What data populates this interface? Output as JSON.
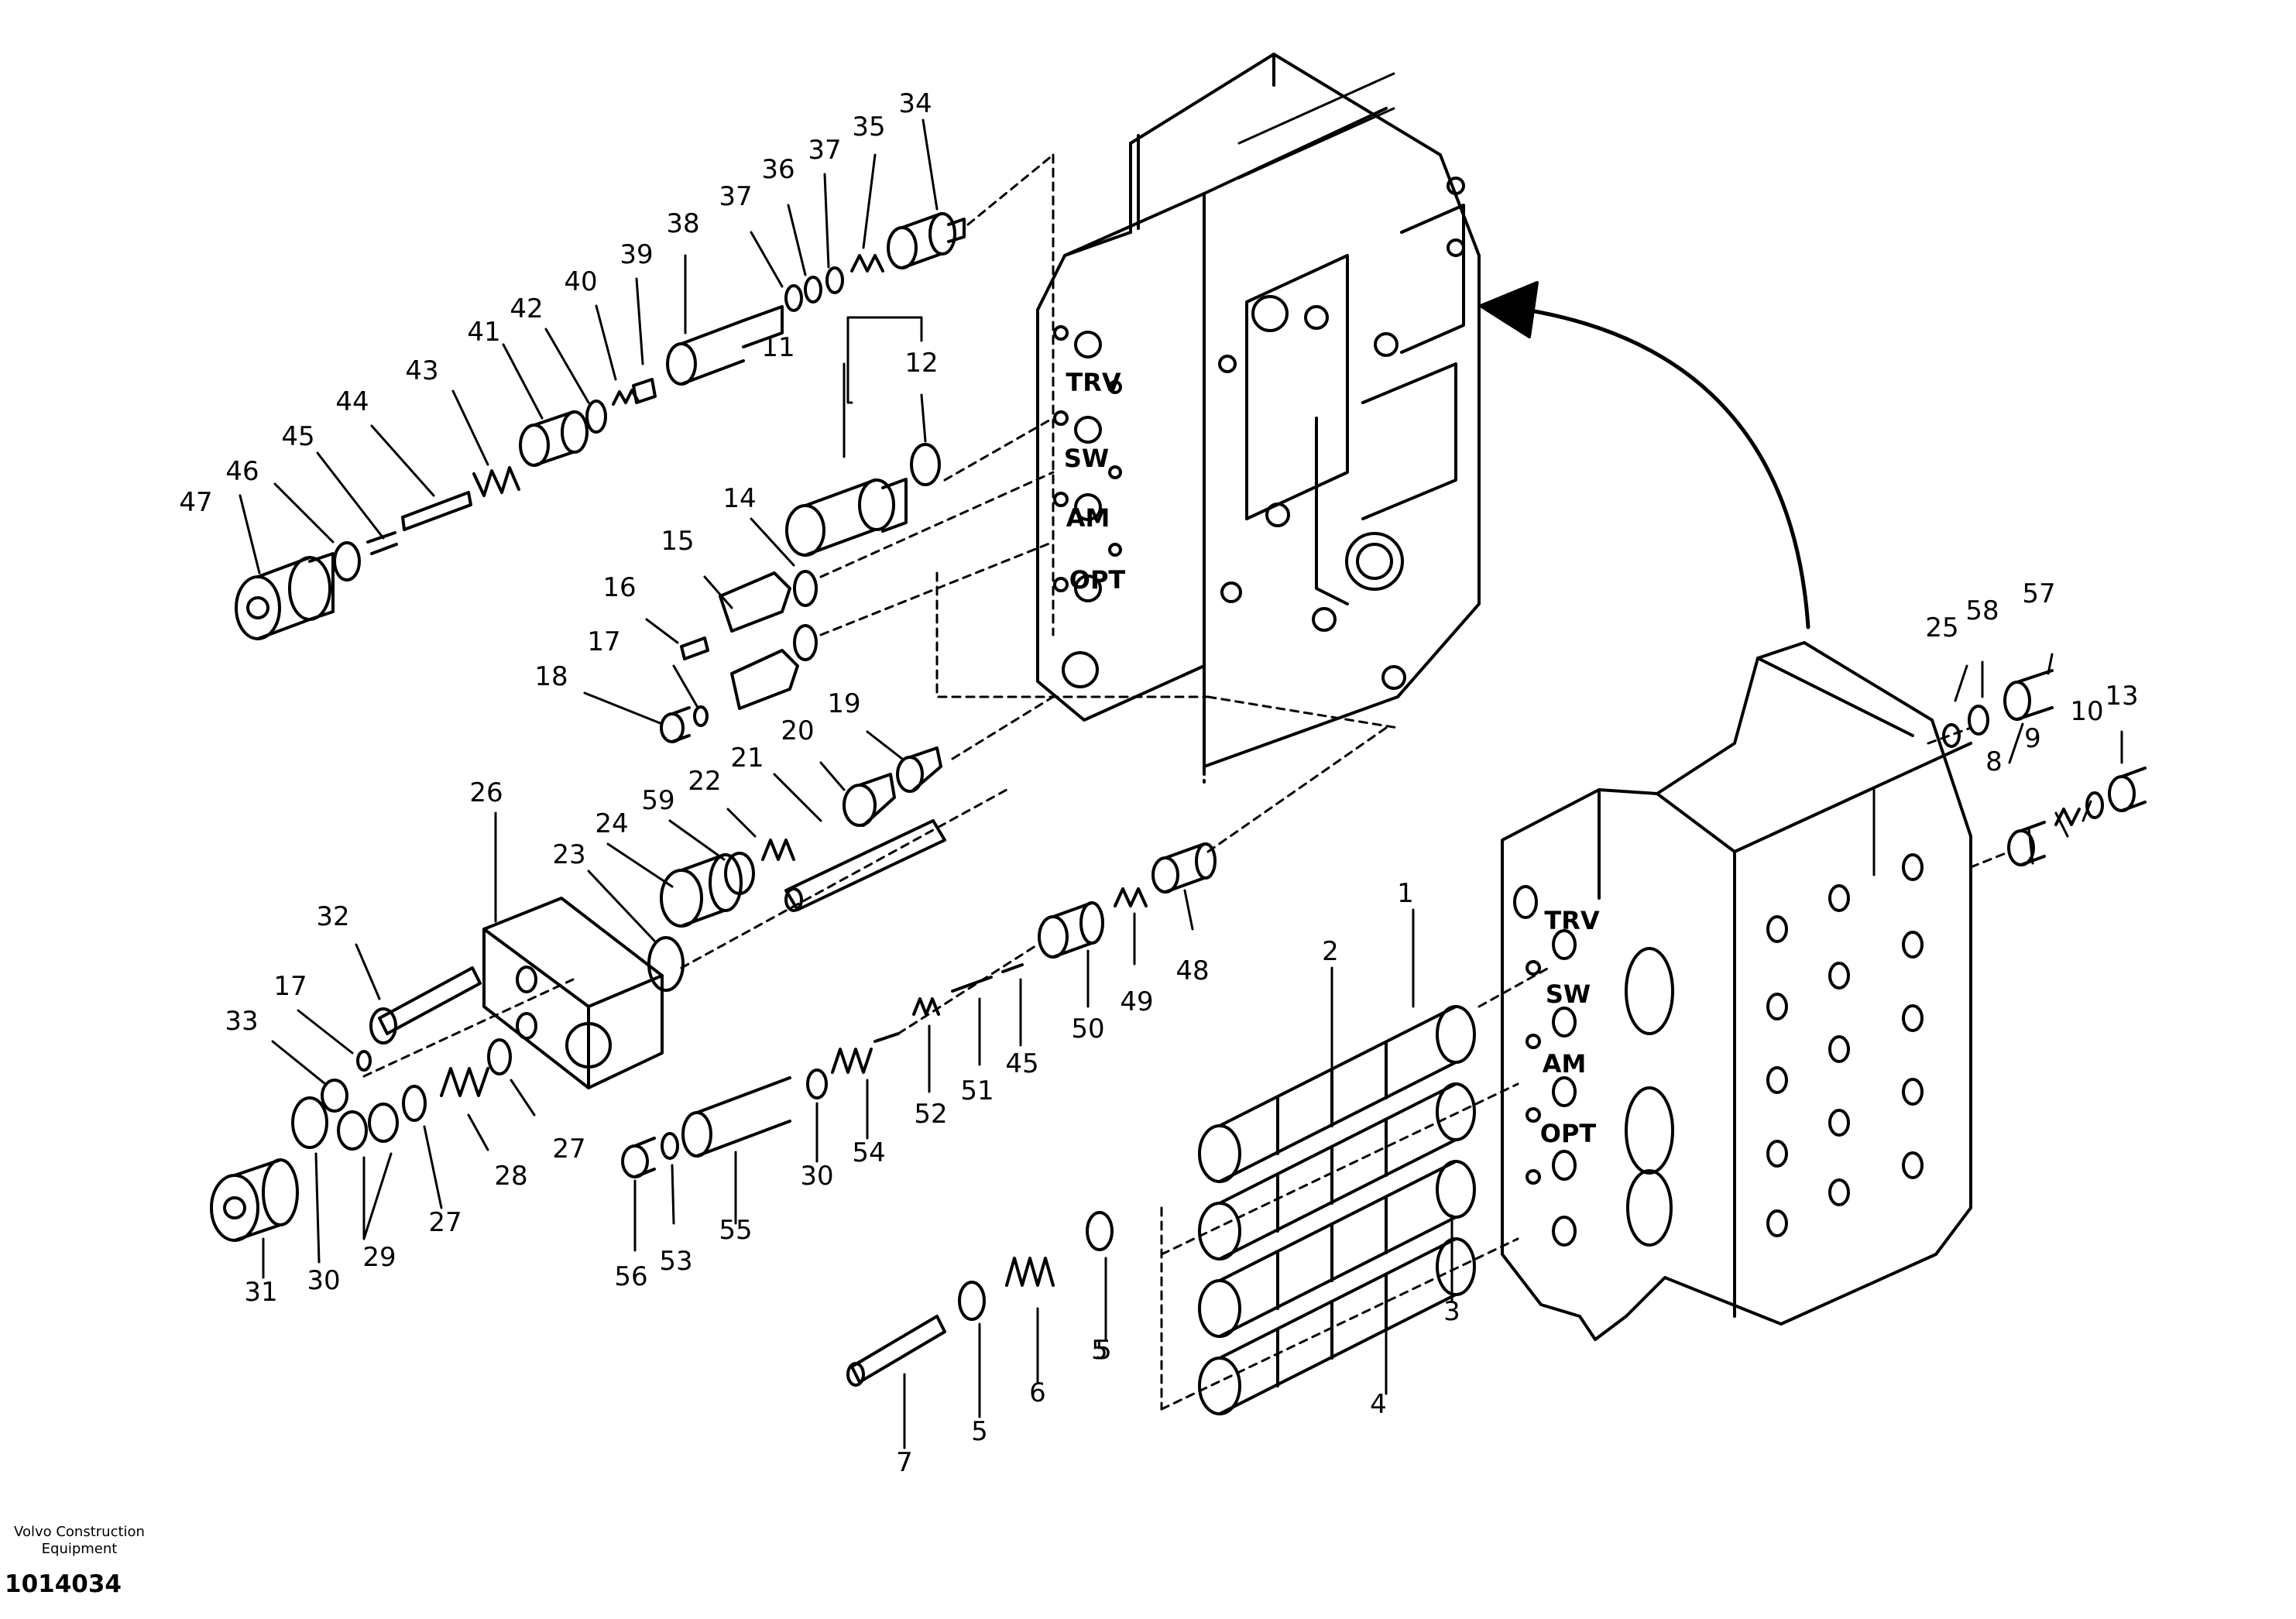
{
  "diagram": {
    "part_callouts": [
      "1",
      "2",
      "3",
      "4",
      "5",
      "5",
      "5",
      "6",
      "7",
      "8",
      "9",
      "10",
      "11",
      "12",
      "13",
      "14",
      "15",
      "16",
      "17",
      "17",
      "18",
      "19",
      "20",
      "21",
      "22",
      "23",
      "24",
      "25",
      "26",
      "27",
      "27",
      "28",
      "29",
      "30",
      "30",
      "31",
      "32",
      "33",
      "34",
      "35",
      "36",
      "37",
      "37",
      "38",
      "39",
      "40",
      "41",
      "42",
      "43",
      "44",
      "45",
      "45",
      "46",
      "47",
      "48",
      "49",
      "50",
      "51",
      "52",
      "53",
      "54",
      "55",
      "56",
      "57",
      "58",
      "59"
    ],
    "upper_housing_labels": [
      "TRV",
      "SW",
      "AM",
      "OPT"
    ],
    "lower_housing_labels": [
      "TRV",
      "SW",
      "AM",
      "OPT"
    ]
  },
  "footer": {
    "brand": "Volvo Construction Equipment",
    "drawing_number": "1014034"
  },
  "colors": {
    "ink": "#000000",
    "paper": "#ffffff"
  }
}
